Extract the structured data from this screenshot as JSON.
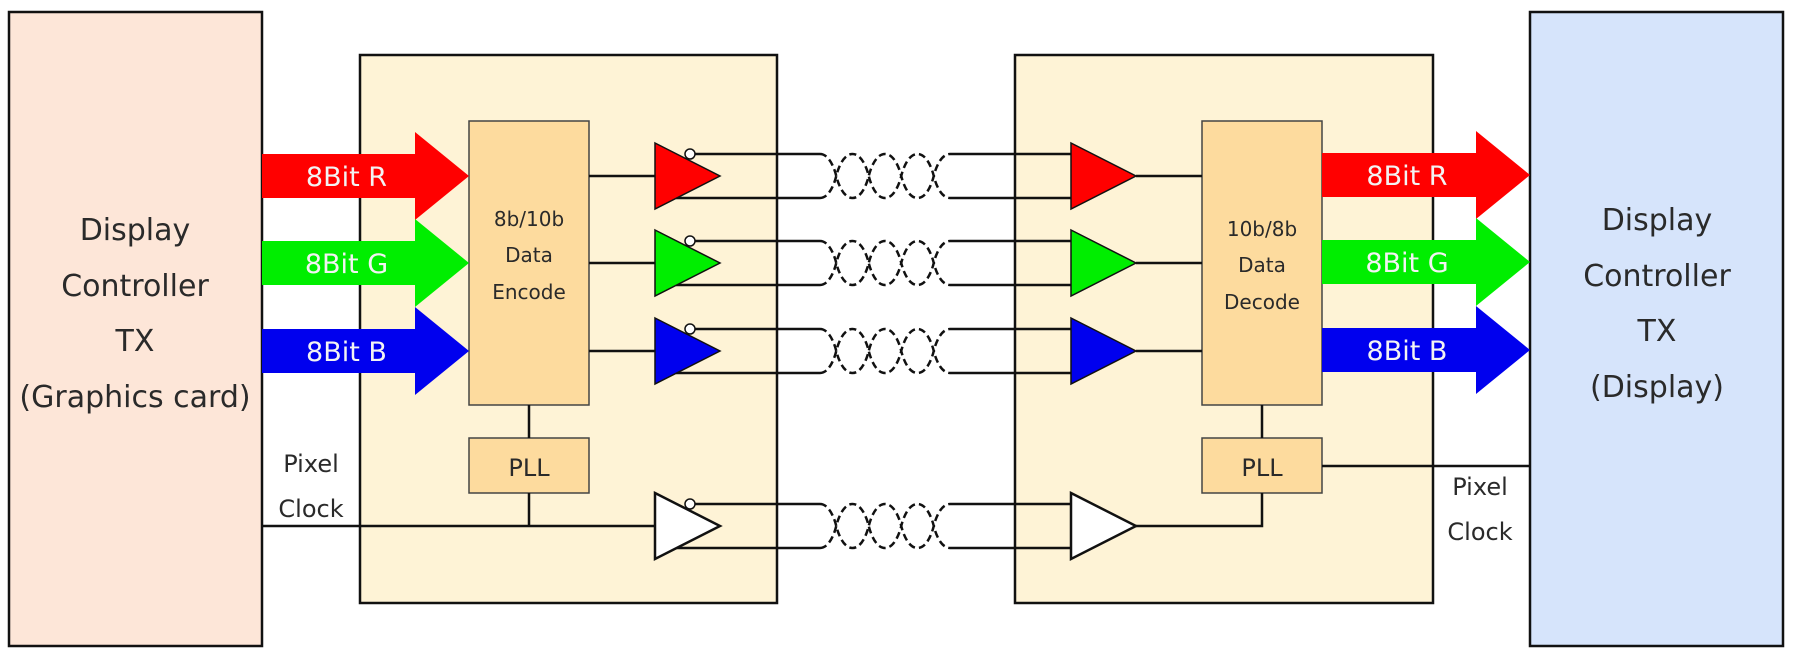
{
  "transmitter_controller": {
    "lines": [
      "Display",
      "Controller",
      "TX",
      "(Graphics card)"
    ],
    "fill": "#fde6d8"
  },
  "receiver_controller": {
    "lines": [
      "Display",
      "Controller",
      "TX",
      "(Display)"
    ],
    "fill": "#d6e4fb"
  },
  "link_block_fill": "#fef3d6",
  "function_block_fill": "#fddb9e",
  "encoder": {
    "lines": [
      "8b/10b",
      "Data",
      "Encode"
    ]
  },
  "decoder": {
    "lines": [
      "10b/8b",
      "Data",
      "Decode"
    ]
  },
  "pll_tx": {
    "label": "PLL"
  },
  "pll_rx": {
    "label": "PLL"
  },
  "input_channels": [
    {
      "label": "8Bit R",
      "color": "#ff0000"
    },
    {
      "label": "8Bit G",
      "color": "#00ee00"
    },
    {
      "label": "8Bit B",
      "color": "#0000ee"
    }
  ],
  "output_channels": [
    {
      "label": "8Bit R",
      "color": "#ff0000"
    },
    {
      "label": "8Bit G",
      "color": "#00ee00"
    },
    {
      "label": "8Bit B",
      "color": "#0000ee"
    }
  ],
  "clock_channel": {
    "color": "#ffffff"
  },
  "pixel_clock_tx": {
    "lines": [
      "Pixel",
      "Clock"
    ]
  },
  "pixel_clock_rx": {
    "lines": [
      "Pixel",
      "Clock"
    ]
  }
}
